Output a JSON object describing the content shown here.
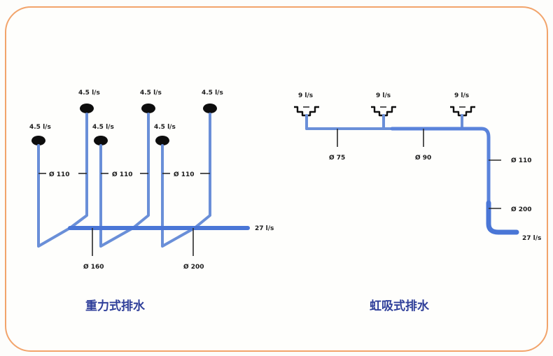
{
  "panel": {
    "border_color": "#f2a46b",
    "pipe_color": "#6a8fd8",
    "pipe_main_color": "#4a76d6"
  },
  "gravity": {
    "caption": "重力式排水",
    "inlet_flows": [
      "4.5 l/s",
      "4.5 l/s",
      "4.5 l/s",
      "4.5 l/s",
      "4.5 l/s",
      "4.5 l/s"
    ],
    "branch_diameters": [
      "Ø 110",
      "Ø 110",
      "Ø 110"
    ],
    "main_diameters": [
      "Ø 160",
      "Ø 200"
    ],
    "outlet_flow": "27 l/s"
  },
  "siphonic": {
    "caption": "虹吸式排水",
    "inlet_flows": [
      "9 l/s",
      "9 l/s",
      "9 l/s"
    ],
    "pipe_diameters": [
      "Ø 75",
      "Ø 90",
      "Ø 110",
      "Ø 200"
    ],
    "outlet_flow": "27 l/s"
  }
}
